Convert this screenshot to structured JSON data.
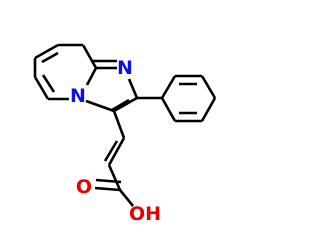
{
  "molecule": {
    "atom_labels": {
      "n_imine": "N",
      "n_bridge": "N",
      "carbonyl_o": "O",
      "hydroxyl": "OH"
    },
    "colors": {
      "bond": "#000000",
      "nitrogen": "#1010E6",
      "oxygen": "#E60000"
    }
  }
}
